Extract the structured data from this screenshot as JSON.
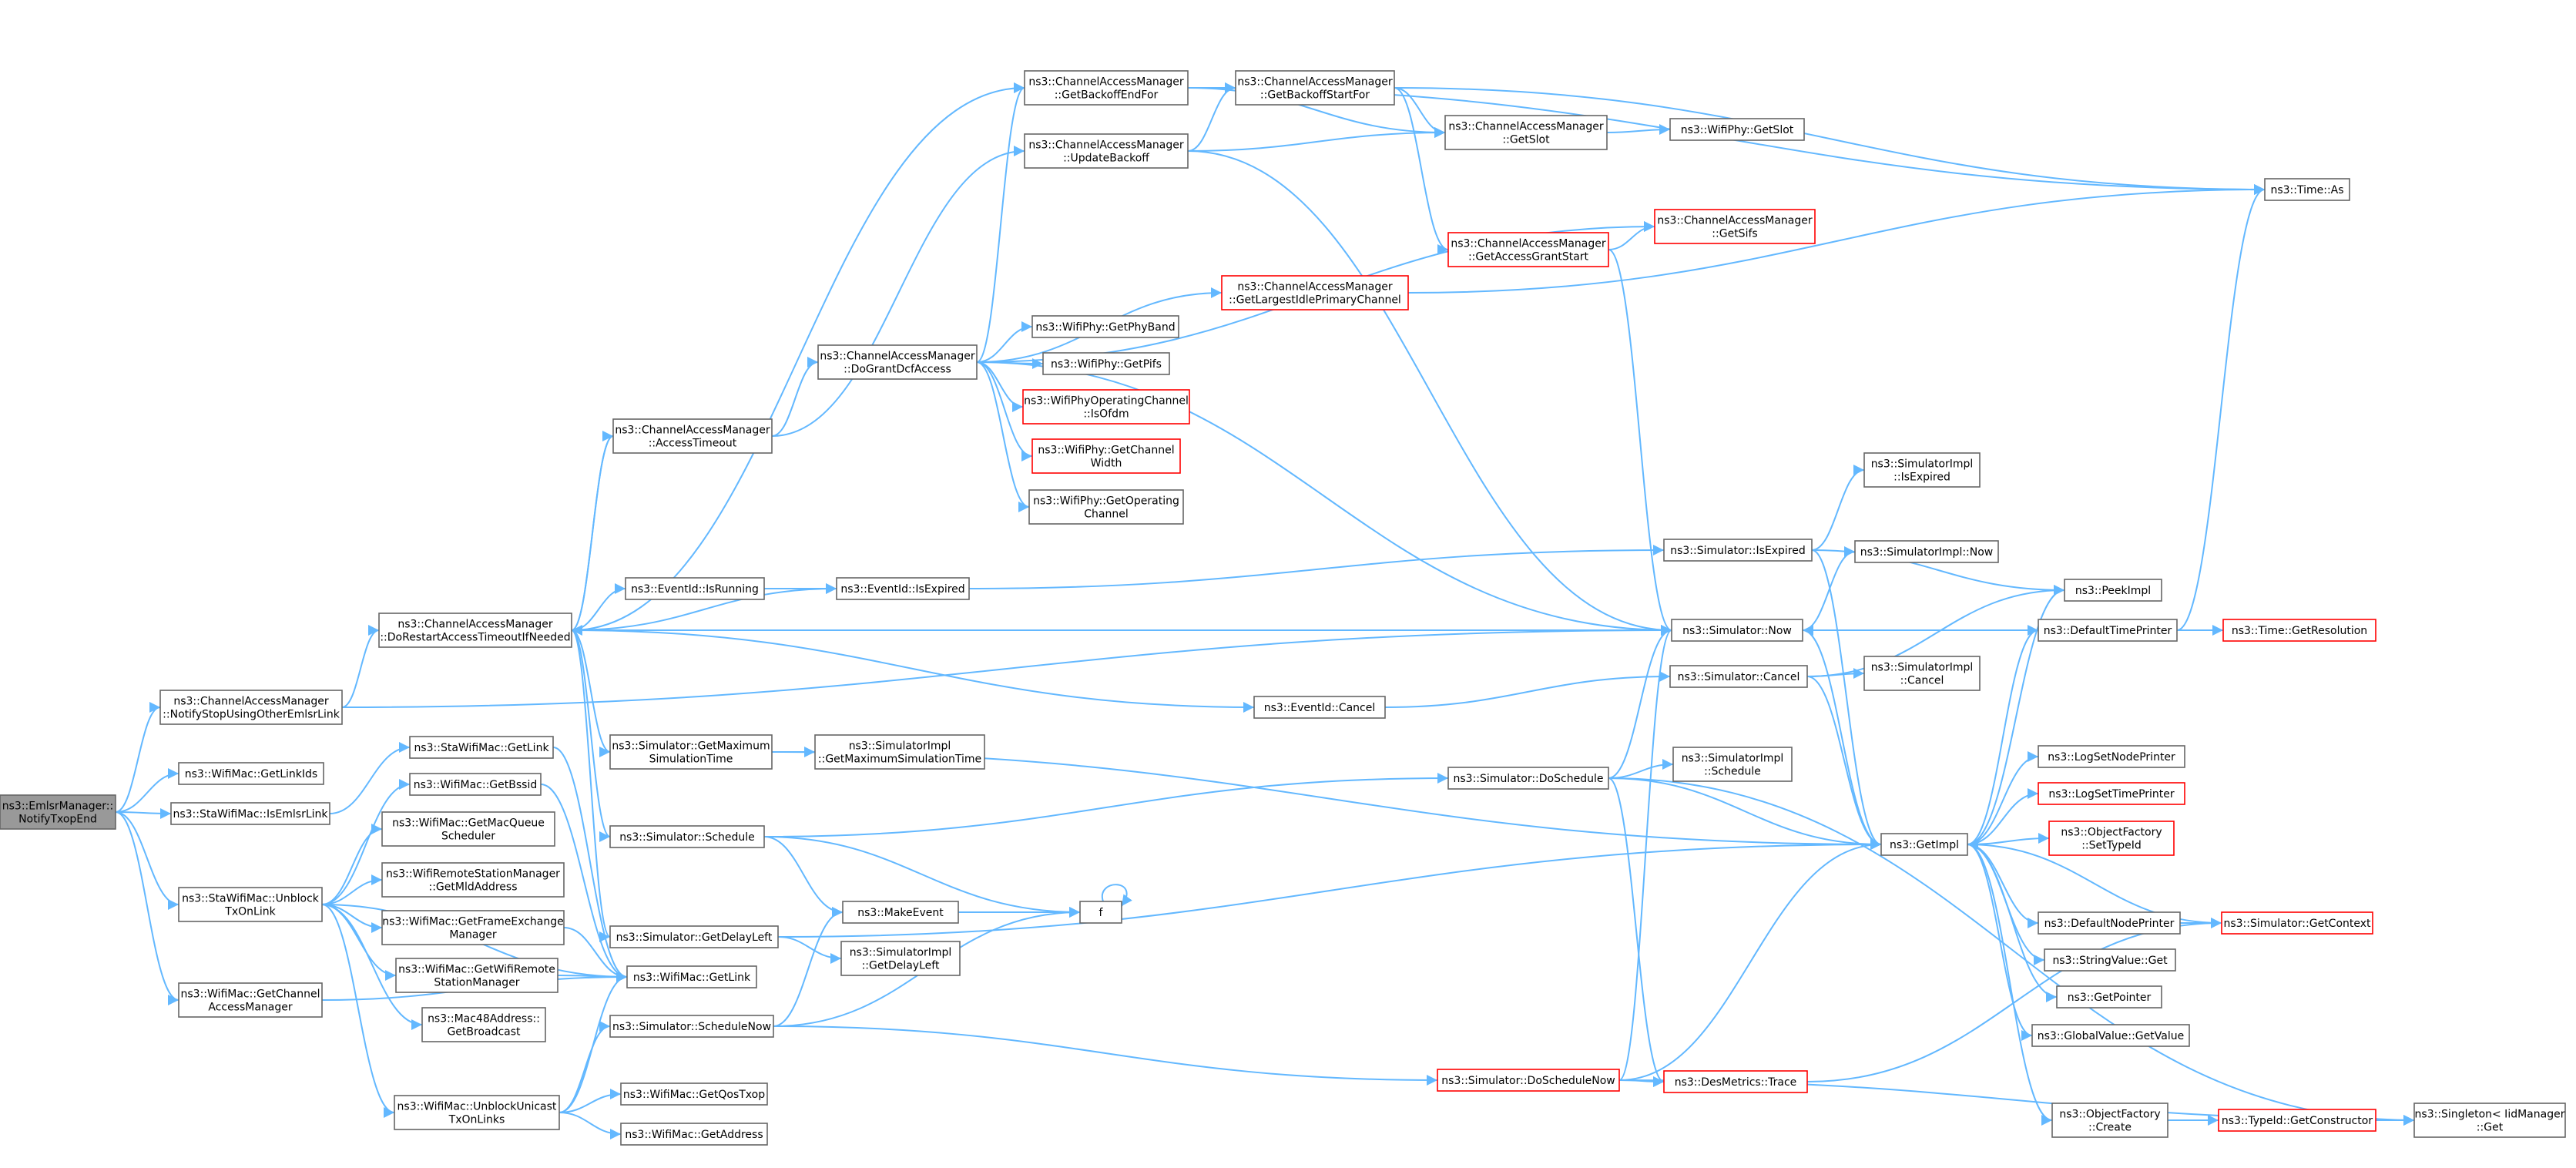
{
  "graph": {
    "nodes": [
      {
        "id": "n_root",
        "lines": [
          "ns3::EmlsrManager::",
          "NotifyTxopEnd"
        ],
        "style": "root"
      },
      {
        "id": "n_notifystop",
        "lines": [
          "ns3::ChannelAccessManager",
          "::NotifyStopUsingOtherEmlsrLink"
        ],
        "style": "normal"
      },
      {
        "id": "n_getlinkids",
        "lines": [
          "ns3::WifiMac::GetLinkIds"
        ],
        "style": "normal"
      },
      {
        "id": "n_isemlsr",
        "lines": [
          "ns3::StaWifiMac::IsEmlsrLink"
        ],
        "style": "normal"
      },
      {
        "id": "n_unblock",
        "lines": [
          "ns3::StaWifiMac::Unblock",
          "TxOnLink"
        ],
        "style": "normal"
      },
      {
        "id": "n_getchanmgr",
        "lines": [
          "ns3::WifiMac::GetChannel",
          "AccessManager"
        ],
        "style": "normal"
      },
      {
        "id": "n_dorestart",
        "lines": [
          "ns3::ChannelAccessManager",
          "::DoRestartAccessTimeoutIfNeeded"
        ],
        "style": "normal"
      },
      {
        "id": "n_stagetlink",
        "lines": [
          "ns3::StaWifiMac::GetLink"
        ],
        "style": "normal"
      },
      {
        "id": "n_getbssid",
        "lines": [
          "ns3::WifiMac::GetBssid"
        ],
        "style": "normal"
      },
      {
        "id": "n_getmacqueue",
        "lines": [
          "ns3::WifiMac::GetMacQueue",
          "Scheduler"
        ],
        "style": "normal"
      },
      {
        "id": "n_getmld",
        "lines": [
          "ns3::WifiRemoteStationManager",
          "::GetMldAddress"
        ],
        "style": "normal"
      },
      {
        "id": "n_getframeex",
        "lines": [
          "ns3::WifiMac::GetFrameExchange",
          "Manager"
        ],
        "style": "normal"
      },
      {
        "id": "n_getwifiremote",
        "lines": [
          "ns3::WifiMac::GetWifiRemote",
          "StationManager"
        ],
        "style": "normal"
      },
      {
        "id": "n_getbroadcast",
        "lines": [
          "ns3::Mac48Address::",
          "GetBroadcast"
        ],
        "style": "normal"
      },
      {
        "id": "n_unblockuni",
        "lines": [
          "ns3::WifiMac::UnblockUnicast",
          "TxOnLinks"
        ],
        "style": "normal"
      },
      {
        "id": "n_accesstimeout",
        "lines": [
          "ns3::ChannelAccessManager",
          "::AccessTimeout"
        ],
        "style": "normal"
      },
      {
        "id": "n_isrunning",
        "lines": [
          "ns3::EventId::IsRunning"
        ],
        "style": "normal"
      },
      {
        "id": "n_getmaxsim",
        "lines": [
          "ns3::Simulator::GetMaximum",
          "SimulationTime"
        ],
        "style": "normal"
      },
      {
        "id": "n_schedule",
        "lines": [
          "ns3::Simulator::Schedule"
        ],
        "style": "normal"
      },
      {
        "id": "n_getdelayleft",
        "lines": [
          "ns3::Simulator::GetDelayLeft"
        ],
        "style": "normal"
      },
      {
        "id": "n_wmgetlink",
        "lines": [
          "ns3::WifiMac::GetLink"
        ],
        "style": "normal"
      },
      {
        "id": "n_schedulenow",
        "lines": [
          "ns3::Simulator::ScheduleNow"
        ],
        "style": "normal"
      },
      {
        "id": "n_getqostxop",
        "lines": [
          "ns3::WifiMac::GetQosTxop"
        ],
        "style": "normal"
      },
      {
        "id": "n_getaddress",
        "lines": [
          "ns3::WifiMac::GetAddress"
        ],
        "style": "normal"
      },
      {
        "id": "n_getbackoffend",
        "lines": [
          "ns3::ChannelAccessManager",
          "::GetBackoffEndFor"
        ],
        "style": "normal"
      },
      {
        "id": "n_updatebackoff",
        "lines": [
          "ns3::ChannelAccessManager",
          "::UpdateBackoff"
        ],
        "style": "normal"
      },
      {
        "id": "n_dogrant",
        "lines": [
          "ns3::ChannelAccessManager",
          "::DoGrantDcfAccess"
        ],
        "style": "normal"
      },
      {
        "id": "n_eventisexpired",
        "lines": [
          "ns3::EventId::IsExpired"
        ],
        "style": "normal"
      },
      {
        "id": "n_impgetmaxsim",
        "lines": [
          "ns3::SimulatorImpl",
          "::GetMaximumSimulationTime"
        ],
        "style": "normal"
      },
      {
        "id": "n_makeevent",
        "lines": [
          "ns3::MakeEvent"
        ],
        "style": "normal"
      },
      {
        "id": "n_impgetdelay",
        "lines": [
          "ns3::SimulatorImpl",
          "::GetDelayLeft"
        ],
        "style": "normal"
      },
      {
        "id": "n_f",
        "lines": [
          "f"
        ],
        "style": "normal"
      },
      {
        "id": "n_getbackoffstart",
        "lines": [
          "ns3::ChannelAccessManager",
          "::GetBackoffStartFor"
        ],
        "style": "normal"
      },
      {
        "id": "n_getslot",
        "lines": [
          "ns3::ChannelAccessManager",
          "::GetSlot"
        ],
        "style": "normal"
      },
      {
        "id": "n_getaccessgrant",
        "lines": [
          "ns3::ChannelAccessManager",
          "::GetAccessGrantStart"
        ],
        "style": "red"
      },
      {
        "id": "n_getlargest",
        "lines": [
          "ns3::ChannelAccessManager",
          "::GetLargestIdlePrimaryChannel"
        ],
        "style": "red"
      },
      {
        "id": "n_getphyband",
        "lines": [
          "ns3::WifiPhy::GetPhyBand"
        ],
        "style": "normal"
      },
      {
        "id": "n_getpifs",
        "lines": [
          "ns3::WifiPhy::GetPifs"
        ],
        "style": "normal"
      },
      {
        "id": "n_isofdm",
        "lines": [
          "ns3::WifiPhyOperatingChannel",
          "::IsOfdm"
        ],
        "style": "red"
      },
      {
        "id": "n_getchanwidth",
        "lines": [
          "ns3::WifiPhy::GetChannel",
          "Width"
        ],
        "style": "red"
      },
      {
        "id": "n_getopchan",
        "lines": [
          "ns3::WifiPhy::GetOperating",
          "Channel"
        ],
        "style": "normal"
      },
      {
        "id": "n_eventcancel",
        "lines": [
          "ns3::EventId::Cancel"
        ],
        "style": "normal"
      },
      {
        "id": "n_doschedule",
        "lines": [
          "ns3::Simulator::DoSchedule"
        ],
        "style": "normal"
      },
      {
        "id": "n_doschedulenow",
        "lines": [
          "ns3::Simulator::DoScheduleNow"
        ],
        "style": "red"
      },
      {
        "id": "n_wifiphygetslot",
        "lines": [
          "ns3::WifiPhy::GetSlot"
        ],
        "style": "normal"
      },
      {
        "id": "n_getsifs",
        "lines": [
          "ns3::ChannelAccessManager",
          "::GetSifs"
        ],
        "style": "red"
      },
      {
        "id": "n_simisexpired",
        "lines": [
          "ns3::Simulator::IsExpired"
        ],
        "style": "normal"
      },
      {
        "id": "n_now",
        "lines": [
          "ns3::Simulator::Now"
        ],
        "style": "normal"
      },
      {
        "id": "n_simcancel",
        "lines": [
          "ns3::Simulator::Cancel"
        ],
        "style": "normal"
      },
      {
        "id": "n_impschedule",
        "lines": [
          "ns3::SimulatorImpl",
          "::Schedule"
        ],
        "style": "normal"
      },
      {
        "id": "n_impisexpired",
        "lines": [
          "ns3::SimulatorImpl",
          "::IsExpired"
        ],
        "style": "normal"
      },
      {
        "id": "n_impnow",
        "lines": [
          "ns3::SimulatorImpl::Now"
        ],
        "style": "normal"
      },
      {
        "id": "n_impcancel",
        "lines": [
          "ns3::SimulatorImpl",
          "::Cancel"
        ],
        "style": "normal"
      },
      {
        "id": "n_getimpl",
        "lines": [
          "ns3::GetImpl"
        ],
        "style": "normal"
      },
      {
        "id": "n_destrace",
        "lines": [
          "ns3::DesMetrics::Trace"
        ],
        "style": "red"
      },
      {
        "id": "n_peekimpl",
        "lines": [
          "ns3::PeekImpl"
        ],
        "style": "normal"
      },
      {
        "id": "n_defaulttime",
        "lines": [
          "ns3::DefaultTimePrinter"
        ],
        "style": "normal"
      },
      {
        "id": "n_logsetnode",
        "lines": [
          "ns3::LogSetNodePrinter"
        ],
        "style": "normal"
      },
      {
        "id": "n_logsettime",
        "lines": [
          "ns3::LogSetTimePrinter"
        ],
        "style": "red"
      },
      {
        "id": "n_ofsettypeid",
        "lines": [
          "ns3::ObjectFactory",
          "::SetTypeId"
        ],
        "style": "red"
      },
      {
        "id": "n_defaultnode",
        "lines": [
          "ns3::DefaultNodePrinter"
        ],
        "style": "normal"
      },
      {
        "id": "n_stringget",
        "lines": [
          "ns3::StringValue::Get"
        ],
        "style": "normal"
      },
      {
        "id": "n_getpointer",
        "lines": [
          "ns3::GetPointer"
        ],
        "style": "normal"
      },
      {
        "id": "n_globalget",
        "lines": [
          "ns3::GlobalValue::GetValue"
        ],
        "style": "normal"
      },
      {
        "id": "n_ofcreate",
        "lines": [
          "ns3::ObjectFactory",
          "::Create"
        ],
        "style": "normal"
      },
      {
        "id": "n_timeas",
        "lines": [
          "ns3::Time::As"
        ],
        "style": "normal"
      },
      {
        "id": "n_getresolution",
        "lines": [
          "ns3::Time::GetResolution"
        ],
        "style": "red"
      },
      {
        "id": "n_getcontext",
        "lines": [
          "ns3::Simulator::GetContext"
        ],
        "style": "red"
      },
      {
        "id": "n_getconstructor",
        "lines": [
          "ns3::TypeId::GetConstructor"
        ],
        "style": "red"
      },
      {
        "id": "n_singleton",
        "lines": [
          "ns3::Singleton< IidManager",
          "::Get"
        ],
        "style": "normal"
      }
    ],
    "edges": [
      [
        "n_root",
        "n_notifystop"
      ],
      [
        "n_root",
        "n_getlinkids"
      ],
      [
        "n_root",
        "n_isemlsr"
      ],
      [
        "n_root",
        "n_unblock"
      ],
      [
        "n_root",
        "n_getchanmgr"
      ],
      [
        "n_notifystop",
        "n_dorestart"
      ],
      [
        "n_notifystop",
        "n_now"
      ],
      [
        "n_isemlsr",
        "n_stagetlink"
      ],
      [
        "n_unblock",
        "n_getbssid"
      ],
      [
        "n_unblock",
        "n_getmacqueue"
      ],
      [
        "n_unblock",
        "n_getmld"
      ],
      [
        "n_unblock",
        "n_getframeex"
      ],
      [
        "n_unblock",
        "n_getwifiremote"
      ],
      [
        "n_unblock",
        "n_getbroadcast"
      ],
      [
        "n_unblock",
        "n_unblockuni"
      ],
      [
        "n_unblock",
        "n_wmgetlink"
      ],
      [
        "n_stagetlink",
        "n_wmgetlink"
      ],
      [
        "n_getbssid",
        "n_wmgetlink"
      ],
      [
        "n_getframeex",
        "n_wmgetlink"
      ],
      [
        "n_getwifiremote",
        "n_wmgetlink"
      ],
      [
        "n_getchanmgr",
        "n_wmgetlink"
      ],
      [
        "n_unblockuni",
        "n_wmgetlink"
      ],
      [
        "n_unblockuni",
        "n_getqostxop"
      ],
      [
        "n_unblockuni",
        "n_getaddress"
      ],
      [
        "n_unblockuni",
        "n_schedulenow"
      ],
      [
        "n_dorestart",
        "n_getbackoffend"
      ],
      [
        "n_dorestart",
        "n_accesstimeout"
      ],
      [
        "n_dorestart",
        "n_isrunning"
      ],
      [
        "n_dorestart",
        "n_eventisexpired"
      ],
      [
        "n_dorestart",
        "n_now"
      ],
      [
        "n_dorestart",
        "n_eventcancel"
      ],
      [
        "n_dorestart",
        "n_getmaxsim"
      ],
      [
        "n_dorestart",
        "n_schedule"
      ],
      [
        "n_dorestart",
        "n_getdelayleft"
      ],
      [
        "n_accesstimeout",
        "n_dorestart"
      ],
      [
        "n_accesstimeout",
        "n_dogrant"
      ],
      [
        "n_accesstimeout",
        "n_updatebackoff"
      ],
      [
        "n_isrunning",
        "n_eventisexpired"
      ],
      [
        "n_eventisexpired",
        "n_simisexpired"
      ],
      [
        "n_getmaxsim",
        "n_impgetmaxsim"
      ],
      [
        "n_getmaxsim",
        "n_getimpl"
      ],
      [
        "n_schedule",
        "n_doschedule"
      ],
      [
        "n_schedule",
        "n_makeevent"
      ],
      [
        "n_schedule",
        "n_f"
      ],
      [
        "n_getdelayleft",
        "n_impgetdelay"
      ],
      [
        "n_getdelayleft",
        "n_getimpl"
      ],
      [
        "n_schedulenow",
        "n_doschedulenow"
      ],
      [
        "n_schedulenow",
        "n_makeevent"
      ],
      [
        "n_schedulenow",
        "n_f"
      ],
      [
        "n_makeevent",
        "n_f"
      ],
      [
        "n_f",
        "n_f"
      ],
      [
        "n_getbackoffend",
        "n_getbackoffstart"
      ],
      [
        "n_getbackoffend",
        "n_getslot"
      ],
      [
        "n_getbackoffend",
        "n_timeas"
      ],
      [
        "n_updatebackoff",
        "n_getbackoffstart"
      ],
      [
        "n_updatebackoff",
        "n_getslot"
      ],
      [
        "n_updatebackoff",
        "n_now"
      ],
      [
        "n_dogrant",
        "n_getbackoffend"
      ],
      [
        "n_dogrant",
        "n_getsifs"
      ],
      [
        "n_dogrant",
        "n_getlargest"
      ],
      [
        "n_dogrant",
        "n_getphyband"
      ],
      [
        "n_dogrant",
        "n_getpifs"
      ],
      [
        "n_dogrant",
        "n_isofdm"
      ],
      [
        "n_dogrant",
        "n_getchanwidth"
      ],
      [
        "n_dogrant",
        "n_getopchan"
      ],
      [
        "n_dogrant",
        "n_now"
      ],
      [
        "n_getbackoffstart",
        "n_getslot"
      ],
      [
        "n_getbackoffstart",
        "n_getaccessgrant"
      ],
      [
        "n_getbackoffstart",
        "n_timeas"
      ],
      [
        "n_getslot",
        "n_wifiphygetslot"
      ],
      [
        "n_getaccessgrant",
        "n_getsifs"
      ],
      [
        "n_getaccessgrant",
        "n_now"
      ],
      [
        "n_getlargest",
        "n_timeas"
      ],
      [
        "n_eventcancel",
        "n_simcancel"
      ],
      [
        "n_simisexpired",
        "n_impisexpired"
      ],
      [
        "n_simisexpired",
        "n_peekimpl"
      ],
      [
        "n_simisexpired",
        "n_getimpl"
      ],
      [
        "n_now",
        "n_impnow"
      ],
      [
        "n_now",
        "n_getimpl"
      ],
      [
        "n_simcancel",
        "n_impcancel"
      ],
      [
        "n_simcancel",
        "n_peekimpl"
      ],
      [
        "n_simcancel",
        "n_getimpl"
      ],
      [
        "n_doschedule",
        "n_now"
      ],
      [
        "n_doschedule",
        "n_impschedule"
      ],
      [
        "n_doschedule",
        "n_getimpl"
      ],
      [
        "n_doschedule",
        "n_destrace"
      ],
      [
        "n_doschedule",
        "n_singleton"
      ],
      [
        "n_doschedulenow",
        "n_now"
      ],
      [
        "n_doschedulenow",
        "n_destrace"
      ],
      [
        "n_doschedulenow",
        "n_getimpl"
      ],
      [
        "n_doschedulenow",
        "n_singleton"
      ],
      [
        "n_destrace",
        "n_getcontext"
      ],
      [
        "n_getimpl",
        "n_peekimpl"
      ],
      [
        "n_getimpl",
        "n_defaulttime"
      ],
      [
        "n_getimpl",
        "n_logsetnode"
      ],
      [
        "n_getimpl",
        "n_logsettime"
      ],
      [
        "n_getimpl",
        "n_ofsettypeid"
      ],
      [
        "n_getimpl",
        "n_defaultnode"
      ],
      [
        "n_getimpl",
        "n_stringget"
      ],
      [
        "n_getimpl",
        "n_getpointer"
      ],
      [
        "n_getimpl",
        "n_globalget"
      ],
      [
        "n_getimpl",
        "n_ofcreate"
      ],
      [
        "n_defaulttime",
        "n_now"
      ],
      [
        "n_defaulttime",
        "n_timeas"
      ],
      [
        "n_defaulttime",
        "n_getresolution"
      ],
      [
        "n_defaultnode",
        "n_getcontext"
      ],
      [
        "n_getcontext",
        "n_getimpl"
      ],
      [
        "n_ofcreate",
        "n_getconstructor"
      ],
      [
        "n_getconstructor",
        "n_singleton"
      ]
    ]
  }
}
